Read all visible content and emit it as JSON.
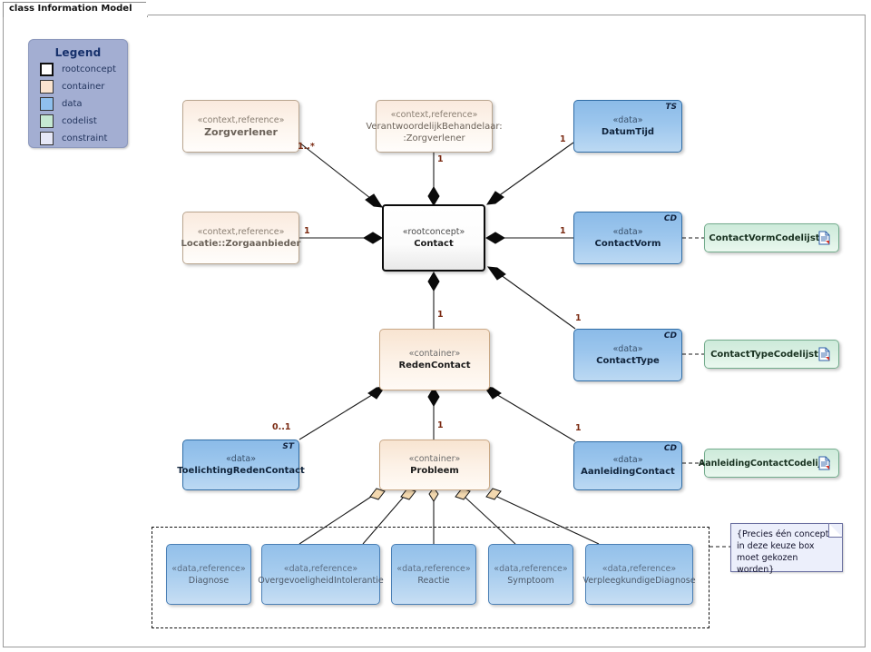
{
  "diagram": {
    "title": "class Information Model",
    "legend": {
      "title": "Legend",
      "items": [
        {
          "label": "rootconcept",
          "color": "#ffffff",
          "swatch": "sw-root"
        },
        {
          "label": "container",
          "color": "#fae4d0",
          "swatch": "sw-cont"
        },
        {
          "label": "data",
          "color": "#8fc0ee",
          "swatch": "sw-data"
        },
        {
          "label": "codelist",
          "color": "#c5e8d2",
          "swatch": "sw-code"
        },
        {
          "label": "constraint",
          "color": "#e6e8f7",
          "swatch": "sw-cons"
        }
      ]
    },
    "nodes": {
      "zorgverlener": {
        "stereotype": "«context,reference»",
        "name": "Zorgverlener",
        "corner": ""
      },
      "verantwoordelijk": {
        "stereotype": "«context,reference»",
        "name": "VerantwoordelijkBehandelaar:",
        "name2": ":Zorgverlener",
        "corner": ""
      },
      "datumtijd": {
        "stereotype": "«data»",
        "name": "DatumTijd",
        "corner": "TS"
      },
      "locatie": {
        "stereotype": "«context,reference»",
        "name": "Locatie::Zorgaanbieder",
        "corner": ""
      },
      "contact": {
        "stereotype": "«rootconcept»",
        "name": "Contact",
        "corner": ""
      },
      "contactvorm": {
        "stereotype": "«data»",
        "name": "ContactVorm",
        "corner": "CD"
      },
      "contactvorm_cl": {
        "name": "ContactVormCodelijst"
      },
      "contacttype": {
        "stereotype": "«data»",
        "name": "ContactType",
        "corner": "CD"
      },
      "contacttype_cl": {
        "name": "ContactTypeCodelijst"
      },
      "redencontact": {
        "stereotype": "«container»",
        "name": "RedenContact",
        "corner": ""
      },
      "toelichting": {
        "stereotype": "«data»",
        "name": "ToelichtingRedenContact",
        "corner": "ST"
      },
      "probleem": {
        "stereotype": "«container»",
        "name": "Probleem",
        "corner": ""
      },
      "aanleiding": {
        "stereotype": "«data»",
        "name": "AanleidingContact",
        "corner": "CD"
      },
      "aanleiding_cl": {
        "name": "AanleidingContactCodelijst"
      },
      "diagnose": {
        "stereotype": "«data,reference»",
        "name": "Diagnose"
      },
      "overgevoeligheid": {
        "stereotype": "«data,reference»",
        "name": "OvergevoeligheidIntolerantie"
      },
      "reactie": {
        "stereotype": "«data,reference»",
        "name": "Reactie"
      },
      "symptoom": {
        "stereotype": "«data,reference»",
        "name": "Symptoom"
      },
      "verpleegkundige": {
        "stereotype": "«data,reference»",
        "name": "VerpleegkundigeDiagnose"
      }
    },
    "note": {
      "text": "{Precies één concept in deze keuze box moet gekozen worden}"
    },
    "multiplicities": {
      "zorgverlener_contact": "1..*",
      "verantwoordelijk_contact": "1",
      "contact_datumtijd": "1",
      "locatie_contact": "1",
      "contact_contactvorm": "1",
      "contact_contacttype": "1",
      "contact_redencontact": "1",
      "reden_toelichting": "0..1",
      "reden_probleem": "1",
      "reden_aanleiding": "1"
    },
    "colors": {
      "rootconcept": "#ffffff",
      "container": "#fae4d0",
      "data": "#8fc0ee",
      "codelist": "#c5e8d2",
      "constraint": "#e6e8f7",
      "legend_bg": "#a3aed2",
      "multiplicity": "#7a2a12"
    }
  }
}
